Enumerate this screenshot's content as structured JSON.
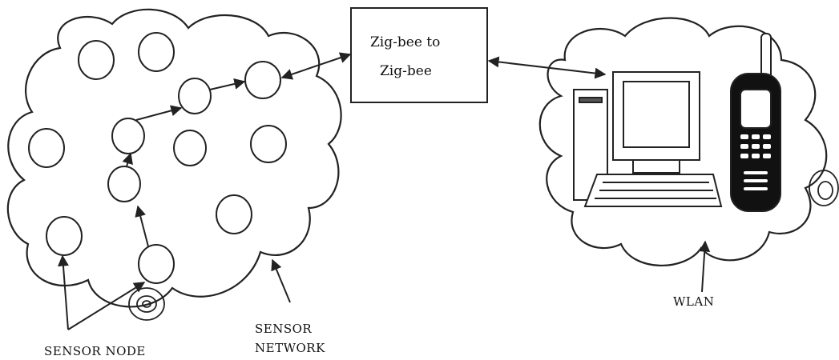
{
  "gateway_box": {
    "line1": "Zig-bee to",
    "line2": "Zig-bee"
  },
  "labels": {
    "sensor_node": "SENSOR NODE",
    "sensor_network_line1": "SENSOR",
    "sensor_network_line2": "NETWORK",
    "wlan": "WLAN"
  }
}
